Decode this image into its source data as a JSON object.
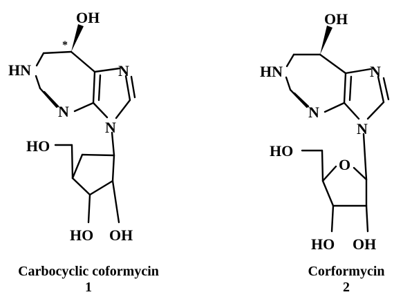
{
  "molecules": [
    {
      "atoms": {
        "oh_top": "OH",
        "stereo_mark": "*",
        "hn": "HN",
        "n_imid_top": "N",
        "n_ring_bottom": "N",
        "n_imid_bottom": "N",
        "ho_side": "HO",
        "ho_bottom": "HO",
        "oh_bottom": "OH"
      },
      "name": "Carbocyclic coformycin",
      "number": "1"
    },
    {
      "atoms": {
        "oh_top": "OH",
        "hn": "HN",
        "n_imid_top": "N",
        "n_ring_bottom": "N",
        "n_imid_bottom": "N",
        "ho_side": "HO",
        "o_ring": "O",
        "ho_bottom": "HO",
        "oh_bottom": "OH"
      },
      "name": "Corformycin",
      "number": "2"
    }
  ]
}
